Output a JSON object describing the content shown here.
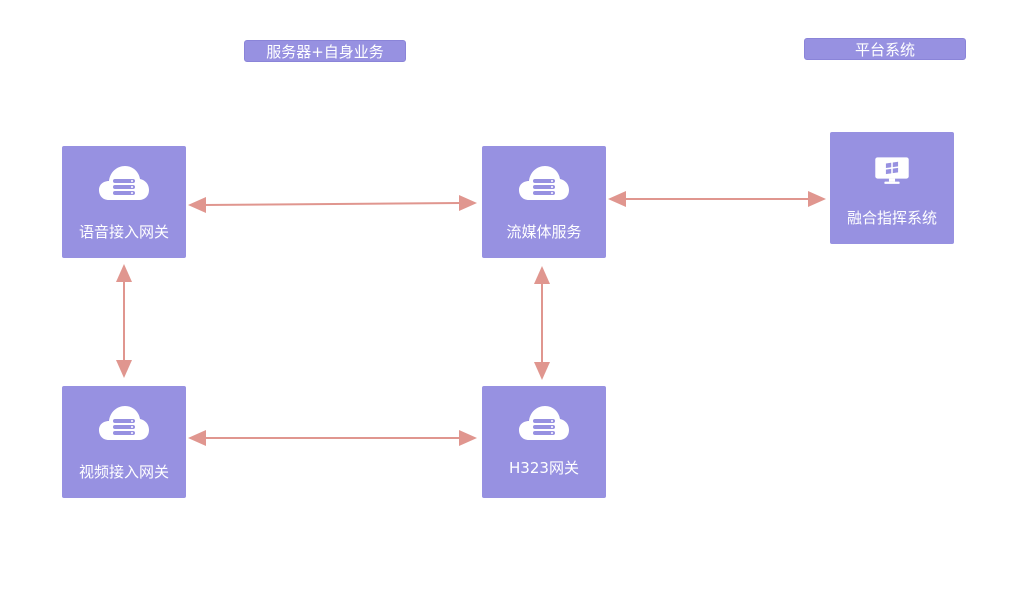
{
  "groups": {
    "server": "服务器+自身业务",
    "platform": "平台系统"
  },
  "nodes": {
    "voice_gateway": {
      "label": "语音接入网关",
      "icon": "cloud-server-icon"
    },
    "media_service": {
      "label": "流媒体服务",
      "icon": "cloud-server-icon"
    },
    "fusion_command": {
      "label": "融合指挥系统",
      "icon": "windows-monitor-icon"
    },
    "video_gateway": {
      "label": "视频接入网关",
      "icon": "cloud-server-icon"
    },
    "h323_gateway": {
      "label": "H323网关",
      "icon": "cloud-server-icon"
    }
  },
  "connections": [
    {
      "from": "voice_gateway",
      "to": "media_service",
      "type": "bidirectional"
    },
    {
      "from": "media_service",
      "to": "fusion_command",
      "type": "bidirectional"
    },
    {
      "from": "voice_gateway",
      "to": "video_gateway",
      "type": "bidirectional"
    },
    {
      "from": "media_service",
      "to": "h323_gateway",
      "type": "bidirectional"
    },
    {
      "from": "video_gateway",
      "to": "h323_gateway",
      "type": "bidirectional"
    }
  ],
  "colors": {
    "node": "#9791e1",
    "arrow": "#e0968f",
    "text": "#ffffff"
  }
}
